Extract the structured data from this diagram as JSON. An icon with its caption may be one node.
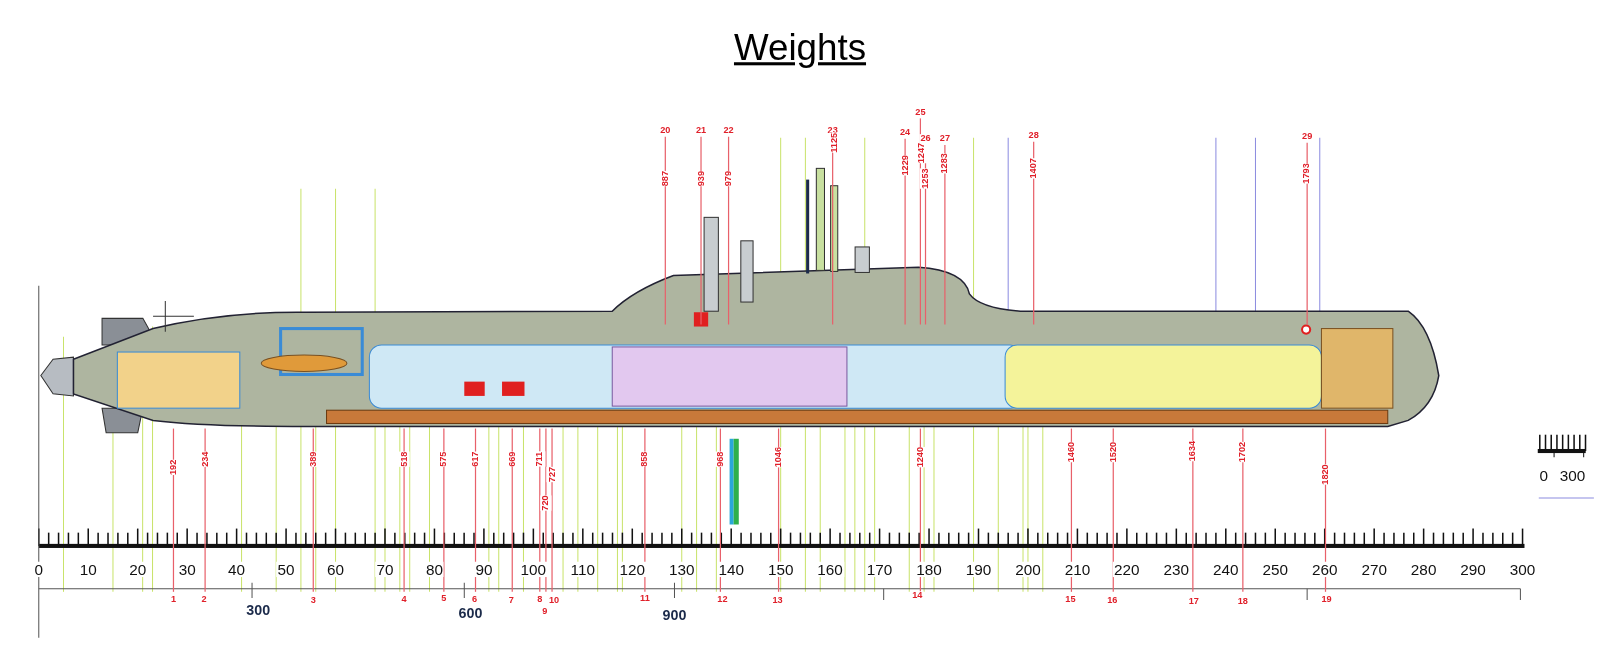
{
  "diagram": {
    "title": "Weights",
    "labels": [
      "25",
      "20",
      "21",
      "22",
      "23",
      "24",
      "26",
      "27",
      "28",
      "29",
      "1125",
      "1247",
      "1229",
      "1283",
      "1407",
      "887",
      "939",
      "979",
      "1253",
      "1793",
      "192",
      "234",
      "389",
      "518",
      "575",
      "617",
      "669",
      "711",
      "727",
      "720",
      "858",
      "968",
      "1046",
      "1240",
      "1460",
      "1520",
      "1634",
      "1702",
      "1820",
      "0",
      "300",
      "0",
      "10",
      "20",
      "30",
      "40",
      "50",
      "60",
      "70",
      "80",
      "90",
      "100",
      "110",
      "120",
      "130",
      "140",
      "150",
      "160",
      "170",
      "180",
      "190",
      "200",
      "210",
      "220",
      "230",
      "240",
      "250",
      "260",
      "270",
      "280",
      "290",
      "300",
      "1",
      "2",
      "3",
      "4",
      "5",
      "6",
      "7",
      "8",
      "10",
      "11",
      "12",
      "13",
      "14",
      "15",
      "16",
      "17",
      "18",
      "19",
      "9",
      "300",
      "600",
      "900"
    ]
  }
}
